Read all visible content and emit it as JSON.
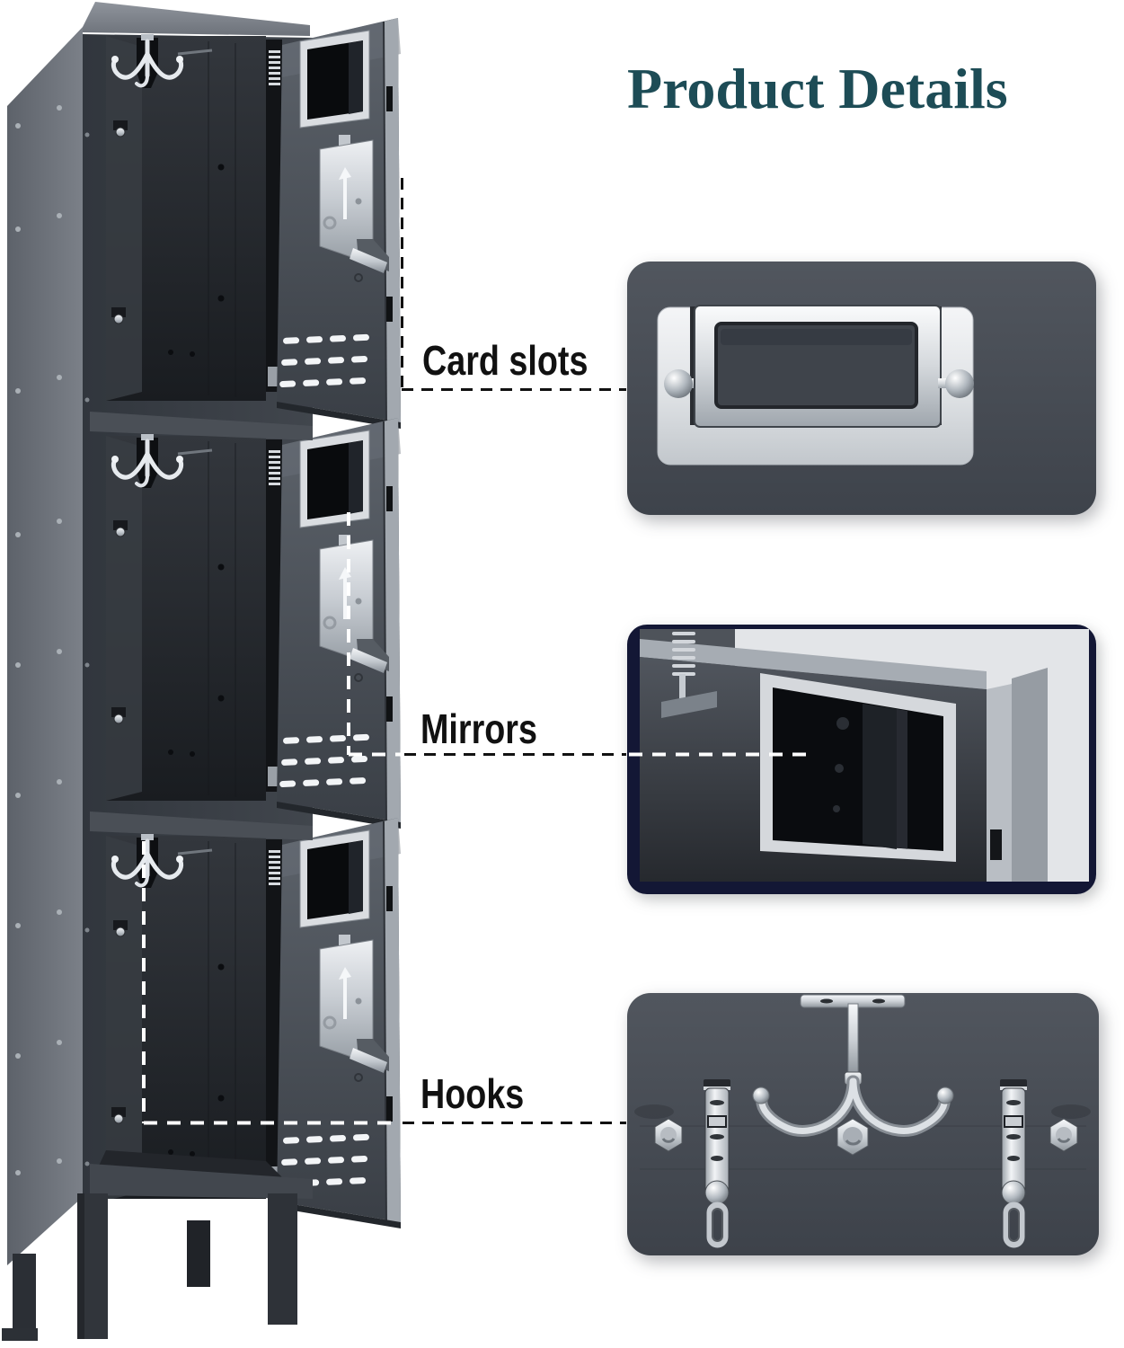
{
  "title": {
    "text": "Product Details",
    "color": "#1d4c56"
  },
  "callouts": {
    "card_slots": {
      "label": "Card slots"
    },
    "mirrors": {
      "label": "Mirrors"
    },
    "hooks": {
      "label": "Hooks"
    }
  },
  "photos": {
    "locker": "three-tier-metal-locker-with-open-doors",
    "card_slots": "card-slot-label-holder-closeup",
    "mirrors": "door-mirror-closeup",
    "hooks": "interior-hooks-closeup"
  },
  "colors": {
    "title_text": "#1d4c56",
    "label_text": "#111111",
    "locker_body": "#3a3f46",
    "locker_side": "#6b7077",
    "door_face": "#4e545c",
    "interior": "#202327",
    "panel_background": "#474c54",
    "chrome": "#d7dbe0",
    "navy_border": "#131735",
    "connector_dark": "#111111",
    "connector_light": "#ffffff"
  }
}
